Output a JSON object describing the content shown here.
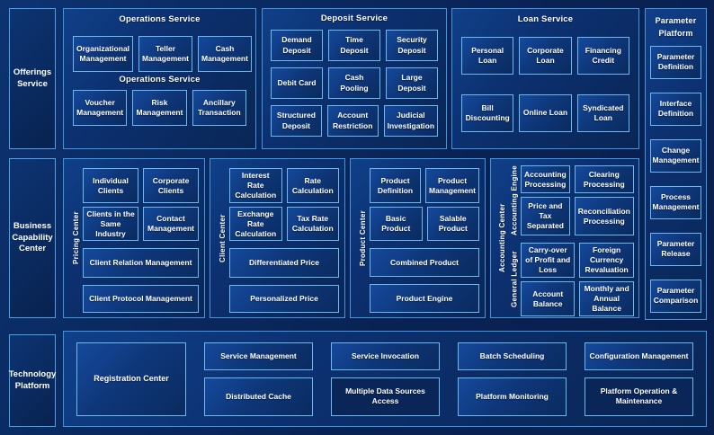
{
  "left_rail": {
    "offerings": "Offerings Service",
    "business": "Business Capability Center",
    "technology": "Technology Platform"
  },
  "operations": {
    "title": "Operations Service",
    "subtitle": "Operations Service",
    "row1": [
      "Organizational Management",
      "Teller Management",
      "Cash Management"
    ],
    "row2": [
      "Voucher Management",
      "Risk Management",
      "Ancillary Transaction"
    ]
  },
  "deposit": {
    "title": "Deposit Service",
    "rows": [
      [
        "Demand Deposit",
        "Time Deposit",
        "Security Deposit"
      ],
      [
        "Debit Card",
        "Cash Pooling",
        "Large Deposit"
      ],
      [
        "Structured Deposit",
        "Account Restriction",
        "Judicial Investigation"
      ]
    ]
  },
  "loan": {
    "title": "Loan Service",
    "rows": [
      [
        "Personal Loan",
        "Corporate Loan",
        "Financing Credit"
      ],
      [
        "Bill Discounting",
        "Online Loan",
        "Syndicated Loan"
      ]
    ]
  },
  "parameter_platform": {
    "title": "Parameter Platform",
    "items": [
      "Parameter Definition",
      "Interface Definition",
      "Change Management",
      "Process Management",
      "Parameter Release",
      "Parameter Comparison"
    ]
  },
  "capability": {
    "groups": [
      {
        "label": "Pricing Center",
        "small": [
          [
            "Individual Clients",
            "Corporate Clients"
          ],
          [
            "Clients in the Same Industry",
            "Contact Management"
          ]
        ],
        "wide": [
          "Client Relation Management",
          "Client Protocol Management"
        ]
      },
      {
        "label": "Client Center",
        "small": [
          [
            "Interest Rate Calculation",
            "Rate Calculation"
          ],
          [
            "Exchange Rate Calculation",
            "Tax Rate Calculation"
          ]
        ],
        "wide": [
          "Differentiated Price",
          "Personalized Price"
        ]
      },
      {
        "label": "Product Center",
        "small": [
          [
            "Product Definition",
            "Product Management"
          ],
          [
            "Basic Product",
            "Salable Product"
          ]
        ],
        "wide": [
          "Combined Product",
          "Product Engine"
        ]
      },
      {
        "label": "Accounting Center",
        "sub": [
          {
            "label": "Accounting Engine",
            "boxes": [
              [
                "Accounting Processing",
                "Clearing Processing"
              ],
              [
                "Price and Tax Separated",
                "Reconciliation Processing"
              ]
            ]
          },
          {
            "label": "General Ledger",
            "boxes": [
              [
                "Carry-over of Profit and Loss",
                "Foreign Currency Revaluation"
              ],
              [
                "Account Balance",
                "Monthly and Annual Balance"
              ]
            ]
          }
        ]
      }
    ]
  },
  "technology": {
    "registration": "Registration Center",
    "grid": [
      [
        "Service Management",
        "Service Invocation",
        "Batch Scheduling",
        "Configuration Management"
      ],
      [
        "Distributed Cache",
        "Multiple Data Sources Access",
        "Platform Monitoring",
        "Platform Operation & Maintenance"
      ]
    ]
  },
  "colors": {
    "background": "#092254",
    "panel_fill": "#0c3070",
    "panel_border": "#3e96de",
    "box_border": "#6cb9ee",
    "box_fill": "#0e3678",
    "text": "#ffffff"
  }
}
